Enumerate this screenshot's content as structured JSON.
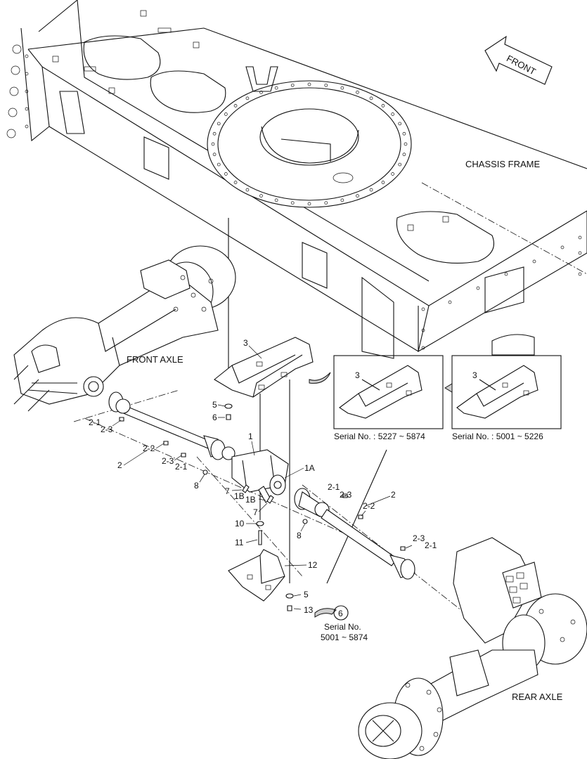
{
  "labels": {
    "front": "FRONT",
    "chassis_frame": "CHASSIS FRAME",
    "front_axle": "FRONT AXLE",
    "rear_axle": "REAR AXLE"
  },
  "insets": {
    "left": {
      "part": "3",
      "serial": "Serial No. : 5227 ~ 5874"
    },
    "right": {
      "part": "3",
      "serial": "Serial No. : 5001 ~ 5226"
    }
  },
  "callouts": {
    "p3": "3",
    "p5a": "5",
    "p6": "6",
    "p2_1a": "2-1",
    "p2_3a": "2-3",
    "p2_2a": "2-2",
    "p2_3b": "2-3",
    "p2_1b": "2-1",
    "p2a": "2",
    "p8a": "8",
    "p1": "1",
    "p1a": "1A",
    "p7a": "7",
    "p1b_a": "1B",
    "p1b_b": "1B",
    "p7b": "7",
    "p10": "10",
    "p11": "11",
    "p8b": "8",
    "p2_1c": "2-1",
    "p2_3c": "2-3",
    "p2b": "2",
    "p2_2b": "2-2",
    "p2_3d": "2-3",
    "p2_1d": "2-1",
    "p12": "12",
    "p5b": "5",
    "p13": "13"
  },
  "reference": {
    "circle": "6",
    "serial_line1": "Serial No.",
    "serial_line2": "5001 ~ 5874"
  }
}
